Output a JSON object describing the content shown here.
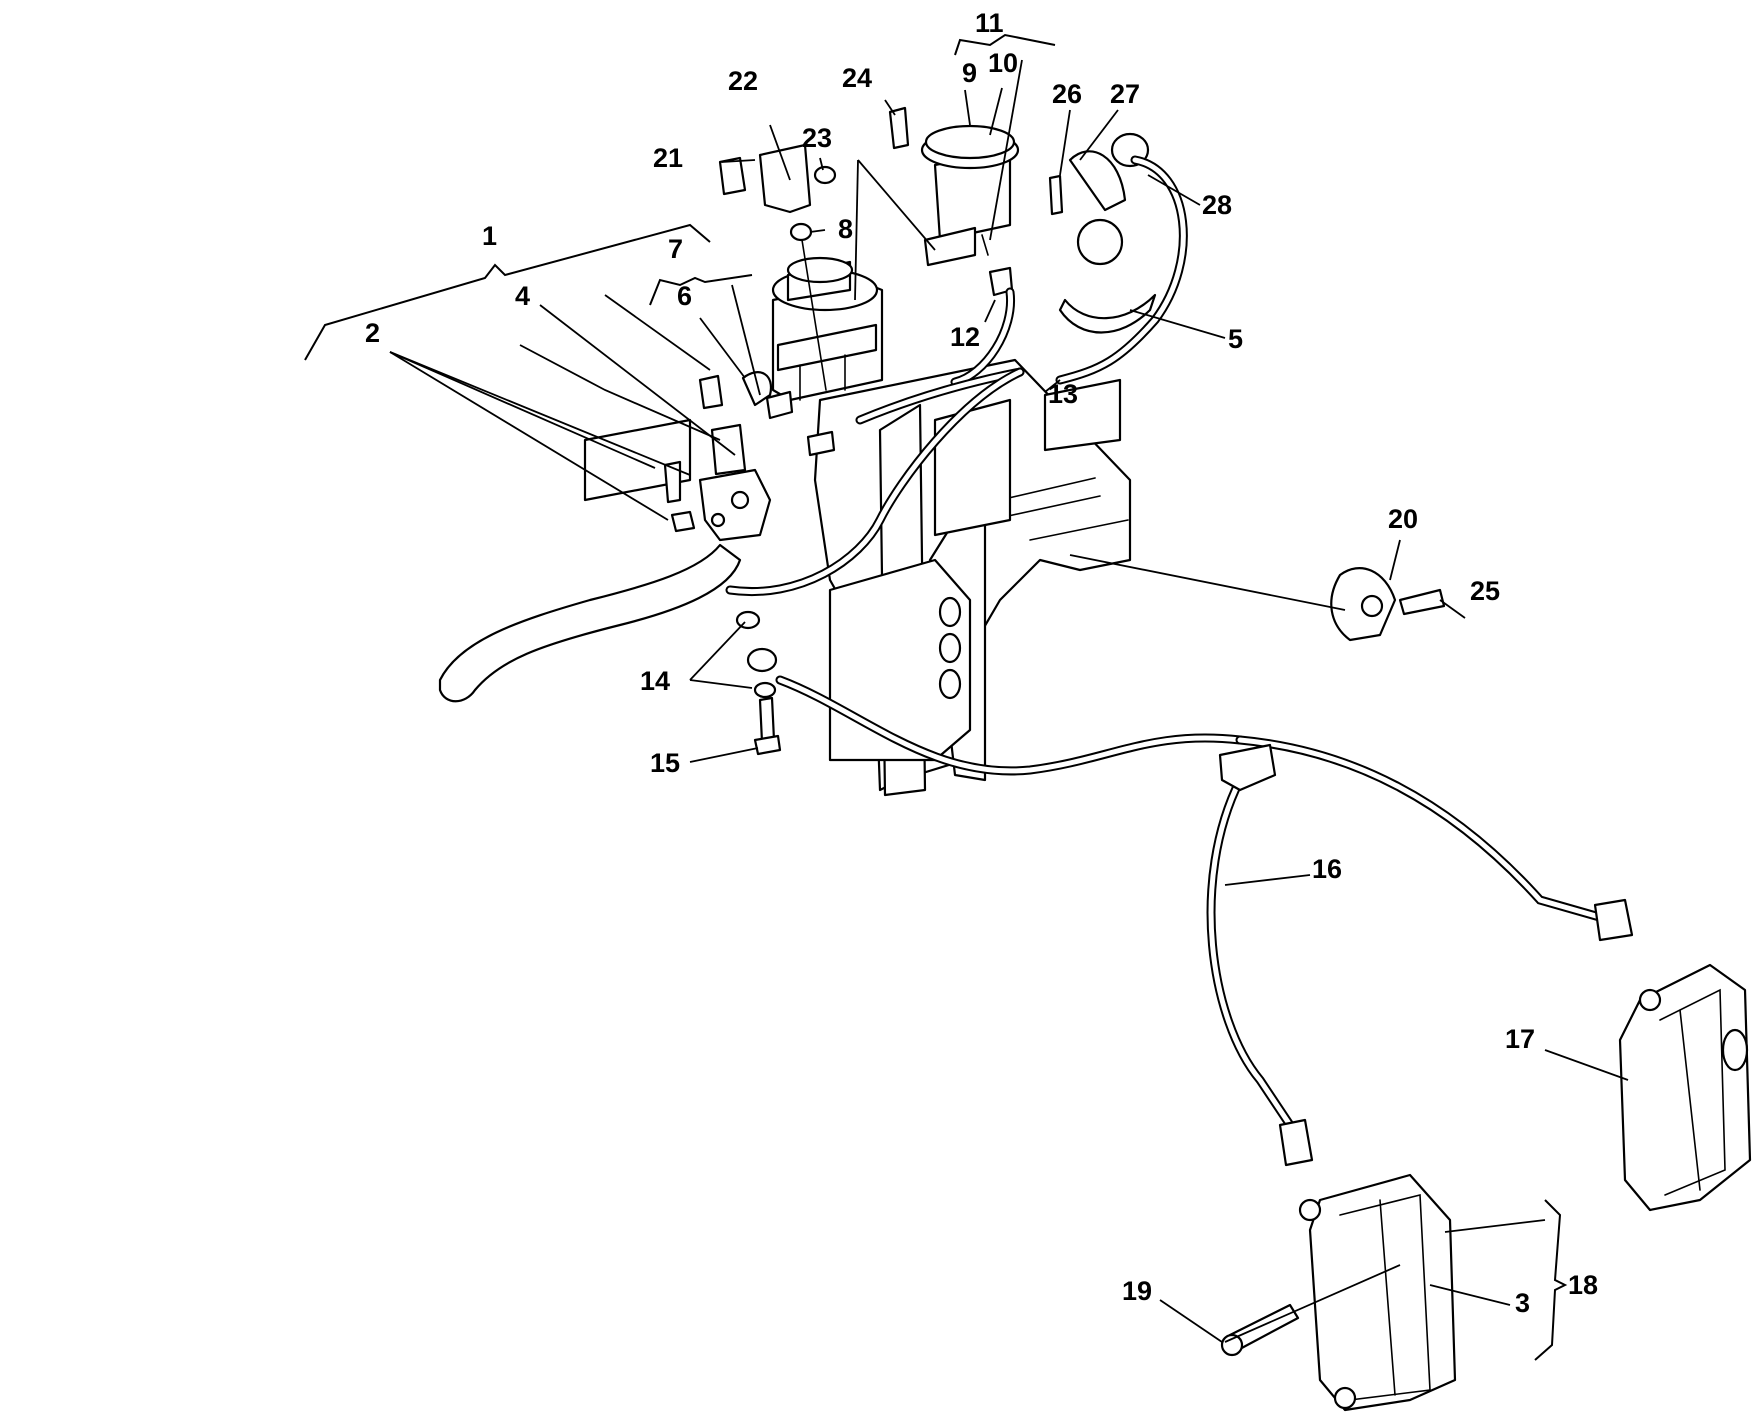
{
  "diagram": {
    "callouts": [
      {
        "id": "1",
        "text": "1"
      },
      {
        "id": "2",
        "text": "2"
      },
      {
        "id": "3",
        "text": "3"
      },
      {
        "id": "4",
        "text": "4"
      },
      {
        "id": "5",
        "text": "5"
      },
      {
        "id": "6",
        "text": "6"
      },
      {
        "id": "7",
        "text": "7"
      },
      {
        "id": "8",
        "text": "8"
      },
      {
        "id": "9",
        "text": "9"
      },
      {
        "id": "10",
        "text": "10"
      },
      {
        "id": "11",
        "text": "11"
      },
      {
        "id": "12",
        "text": "12"
      },
      {
        "id": "13",
        "text": "13"
      },
      {
        "id": "14",
        "text": "14"
      },
      {
        "id": "15",
        "text": "15"
      },
      {
        "id": "16",
        "text": "16"
      },
      {
        "id": "17",
        "text": "17"
      },
      {
        "id": "18",
        "text": "18"
      },
      {
        "id": "19",
        "text": "19"
      },
      {
        "id": "20",
        "text": "20"
      },
      {
        "id": "21",
        "text": "21"
      },
      {
        "id": "22",
        "text": "22"
      },
      {
        "id": "23",
        "text": "23"
      },
      {
        "id": "24",
        "text": "24"
      },
      {
        "id": "25",
        "text": "25"
      },
      {
        "id": "26",
        "text": "26"
      },
      {
        "id": "27",
        "text": "27"
      },
      {
        "id": "28",
        "text": "28"
      }
    ]
  }
}
